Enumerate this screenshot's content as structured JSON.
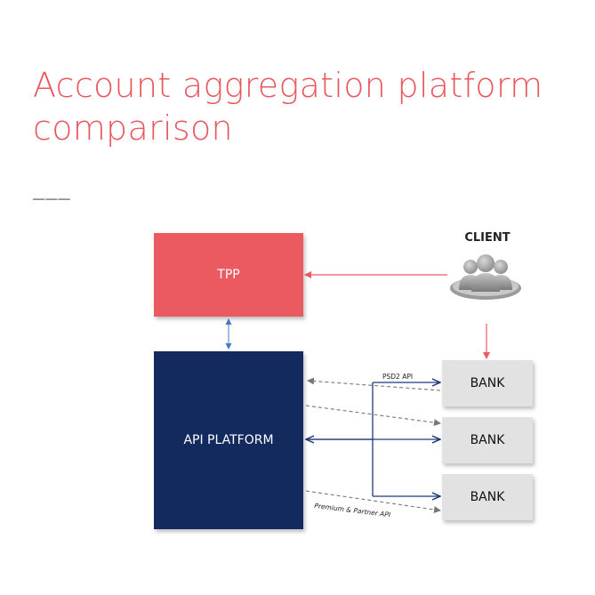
{
  "header": {
    "title_line1": "Account aggregation platform",
    "title_line2": "comparison",
    "divider": "___"
  },
  "diagram": {
    "tpp_label": "TPP",
    "platform_label": "API PLATFORM",
    "client_label": "CLIENT",
    "banks": [
      "BANK",
      "BANK",
      "BANK"
    ],
    "psd2_label": "PSD2 API",
    "premium_label": "Premium & Partner API",
    "client_icon": "users-group-icon"
  },
  "colors": {
    "accent_red": "#ec5a61",
    "title_red": "#e8575e",
    "navy": "#132a5e",
    "bank_grey": "#e2e2e2",
    "arrow_blue": "#1f3a7a",
    "dashed_grey": "#777777"
  }
}
